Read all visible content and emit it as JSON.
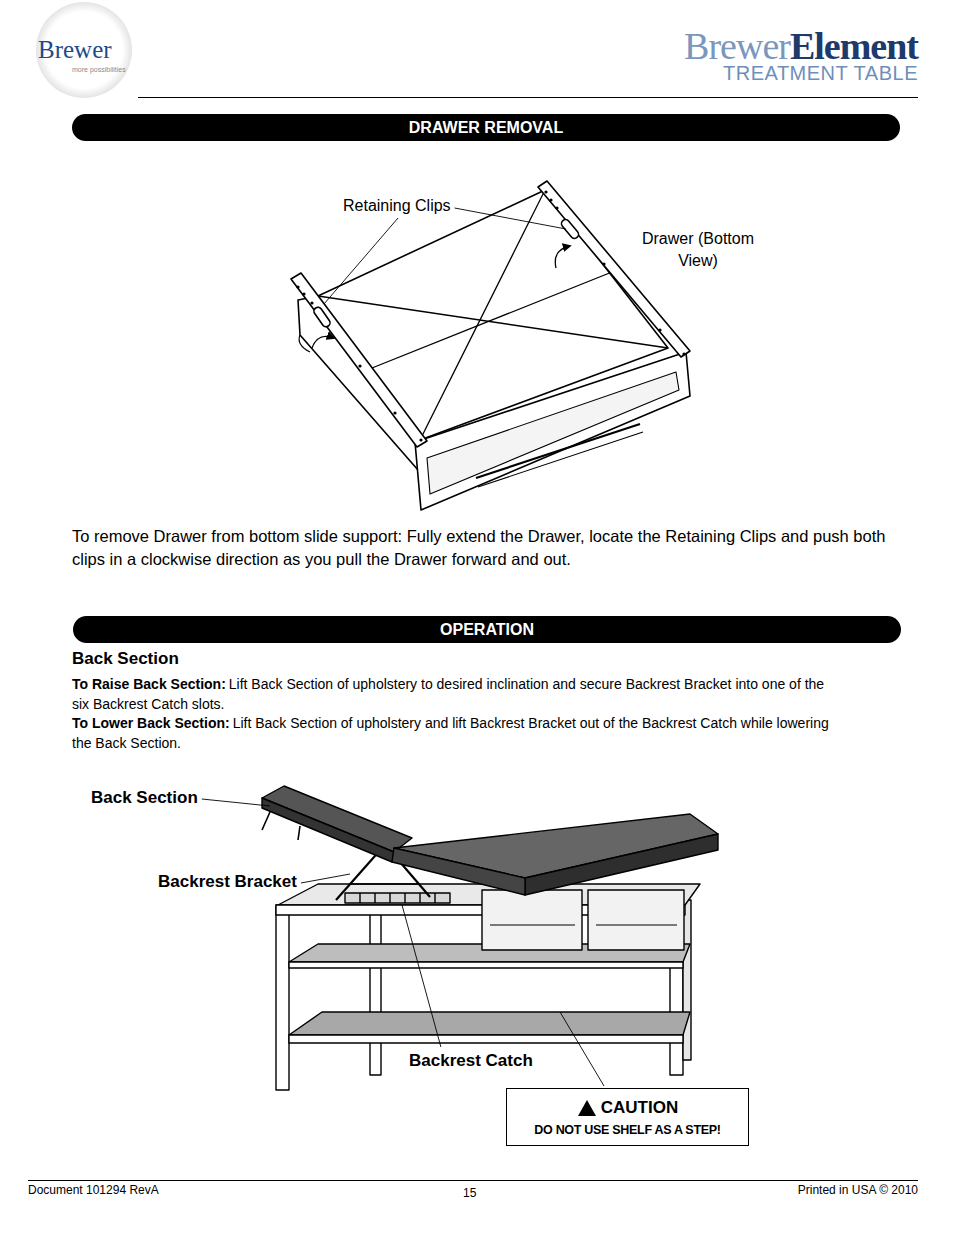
{
  "diagram": {
    "nodes": [
      {
        "text": [
          "DRAWER REMOVAL"
        ]
      },
      {
        "text": [
          "OPERATION"
        ]
      },
      {
        "text": [
          "CAUTION",
          "DO NOT USE SHELF AS A STEP!"
        ]
      }
    ],
    "labels": [
      "Brewer",
      "more possibilities",
      "Brewer",
      "Element",
      "TREATMENT TABLE",
      "Retaining Clips",
      "Drawer (Bottom View)",
      "To remove Drawer from bottom slide support: Fully extend the Drawer, locate the Retaining Clips and push both clips in a clockwise direction as you pull the Drawer forward and out.",
      "Back Section",
      "To Raise Back Section:",
      "Lift Back Section of upholstery to desired inclination and secure Backrest Bracket into one of the six Backrest Catch slots.",
      "To Lower Back Section:",
      "Lift Back Section of upholstery and lift Backrest Bracket out of the Backrest Catch while lowering the Back Section.",
      "Back Section",
      "Backrest Bracket",
      "Backrest Catch",
      "Document 101294 RevA",
      "15",
      "Printed in USA © 2010"
    ]
  }
}
